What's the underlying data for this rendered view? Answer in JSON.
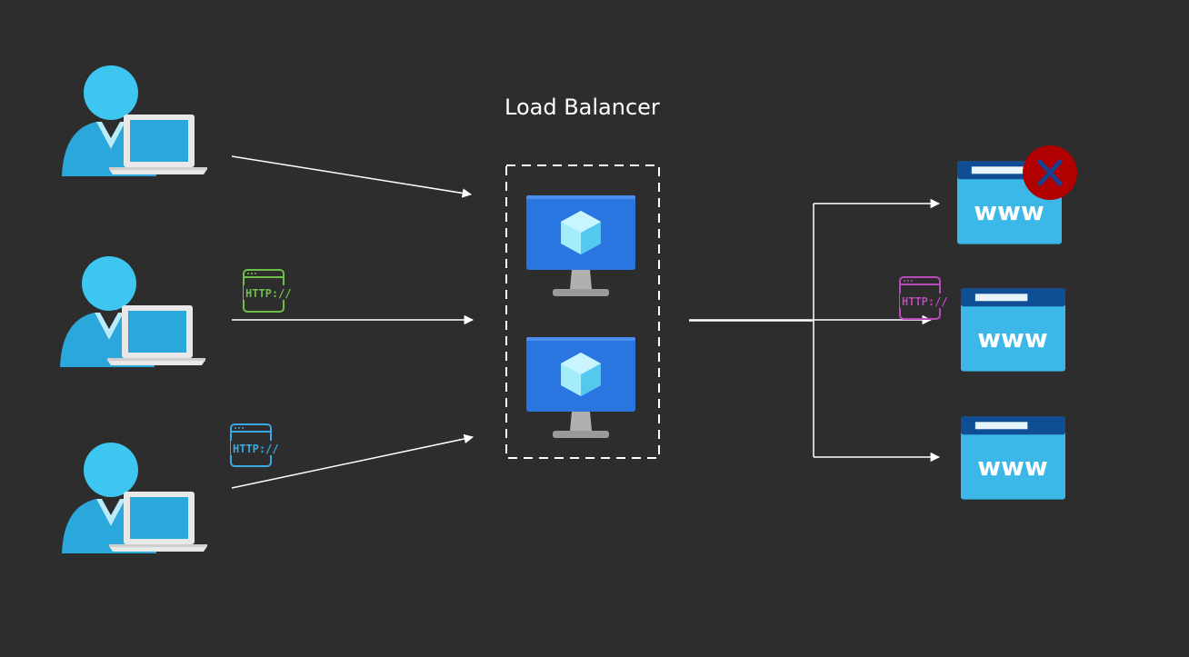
{
  "load_balancer": {
    "title": "Load Balancer"
  },
  "http_badge": {
    "label": "HTTP://"
  },
  "server_label": "www",
  "colors": {
    "background": "#2d2d2d",
    "user_blue": "#29b5e6",
    "laptop_gray": "#e6e6e6",
    "monitor_blue": "#1e6fd9",
    "cube": "#8fe3f7",
    "server_header": "#0f4d94",
    "server_body": "#39b8e8",
    "failed_red": "#b00000",
    "http_green": "#6cc04a",
    "http_blue": "#3aa7e6",
    "http_purple": "#b84bb8"
  }
}
